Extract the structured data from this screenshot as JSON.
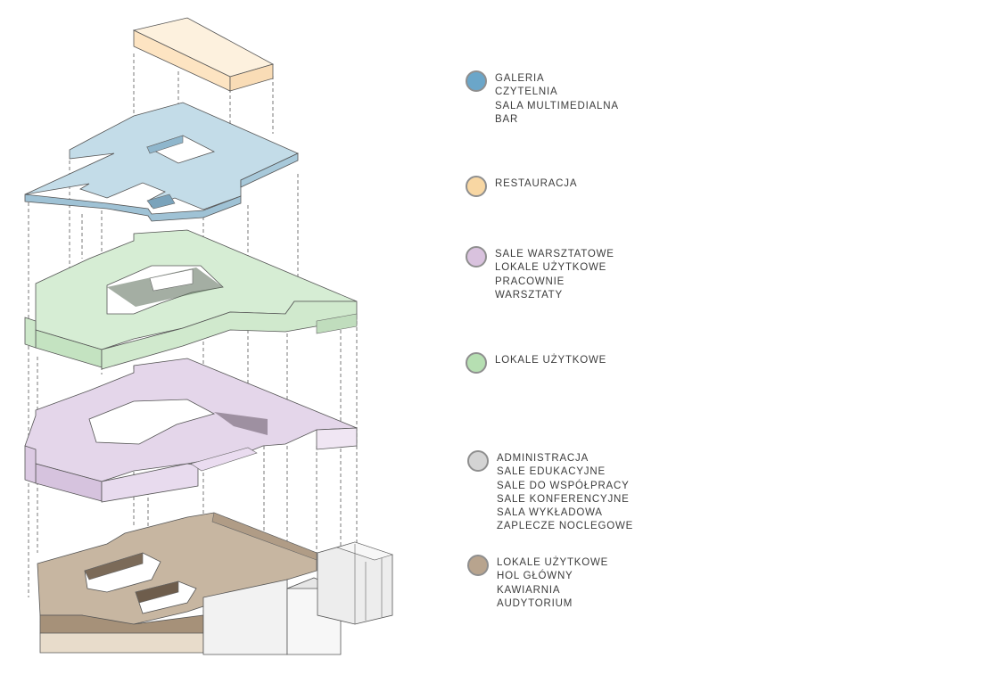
{
  "legend": [
    {
      "color": "#6ba6c9",
      "lines": [
        "GALERIA",
        "CZYTELNIA",
        "SALA MULTIMEDIALNA",
        "BAR"
      ]
    },
    {
      "color": "#f8d7a3",
      "lines": [
        "RESTAURACJA"
      ]
    },
    {
      "color": "#d9c2de",
      "lines": [
        "SALE WARSZTATOWE",
        "LOKALE UŻYTKOWE",
        "PRACOWNIE",
        "WARSZTATY"
      ]
    },
    {
      "color": "#b6dfb2",
      "lines": [
        "LOKALE UŻYTKOWE"
      ]
    },
    {
      "color": "#d4d4d4",
      "lines": [
        "ADMINISTRACJA",
        "SALE EDUKACYJNE",
        "SALE DO WSPÓŁPRACY",
        "SALE KONFERENCYJNE",
        "SALA WYKŁADOWA",
        "ZAPLECZE NOCLEGOWE"
      ]
    },
    {
      "color": "#b8a48e",
      "lines": [
        "LOKALE UŻYTKOWE",
        "HOL GŁÓWNY",
        "KAWIARNIA",
        "AUDYTORIUM"
      ]
    }
  ],
  "diagram": {
    "floors": [
      {
        "name": "restaurant-floor",
        "color": "#fde8cc"
      },
      {
        "name": "gallery-floor",
        "color": "#c2dbe7"
      },
      {
        "name": "workshop-floor",
        "color": "#d5ecd3"
      },
      {
        "name": "office-floor",
        "color": "#e2d3e8"
      },
      {
        "name": "ground-floor",
        "color": "#c9b8a3"
      }
    ],
    "existing_building_color": "#f1f1f1"
  }
}
